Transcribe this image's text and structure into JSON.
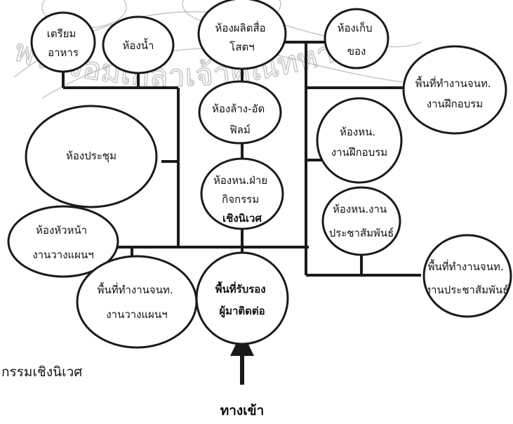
{
  "nodes": {
    "prep_food": {
      "lines": [
        "เตรียม",
        "อาหาร"
      ]
    },
    "restroom": {
      "lines": [
        "ห้องน้ำ"
      ]
    },
    "media_room": {
      "lines": [
        "ห้องผลิตสื่อ",
        "โสตฯ"
      ]
    },
    "storage": {
      "lines": [
        "ห้องเก็บ",
        "ของ"
      ]
    },
    "staff_training": {
      "lines": [
        "พื้นที่ทำงานจนท.",
        "งานฝึกอบรม"
      ]
    },
    "film_room": {
      "lines": [
        "ห้องล้าง-อัด",
        "ฟิลม์"
      ]
    },
    "meeting_room": {
      "lines": [
        "ห้องประชุม"
      ]
    },
    "head_training": {
      "lines": [
        "ห้องหน.",
        "งานฝึกอบรม"
      ]
    },
    "head_activities": {
      "lines": [
        "ห้องหน.ฝ่าย",
        "กิจกรรม",
        "เชิงนิเวศ"
      ]
    },
    "head_pr": {
      "lines": [
        "ห้องหน.งาน",
        "ประชาสัมพันธ์"
      ]
    },
    "head_planning": {
      "lines": [
        "ห้องหัวหน้า",
        "งานวางแผนฯ"
      ]
    },
    "staff_pr": {
      "lines": [
        "พื้นที่ทำงานจนท.",
        "งานประชาสัมพันธ์"
      ]
    },
    "staff_planning": {
      "lines": [
        "พื้นที่ทำงานจนท.",
        "งานวางแผนฯ"
      ]
    },
    "reception": {
      "lines": [
        "พื้นที่รับรอง",
        "ผู้มาติดต่อ"
      ]
    }
  },
  "caption": "กรรมเชิงนิเวศ",
  "entrance_label": "ทางเข้า",
  "watermark_text": "พระจอมเกล้าเจ้าคุณทหาร",
  "colors": {
    "line": "#1a1a1a",
    "fill": "#ffffff",
    "watermark": "#9a9a9a"
  }
}
